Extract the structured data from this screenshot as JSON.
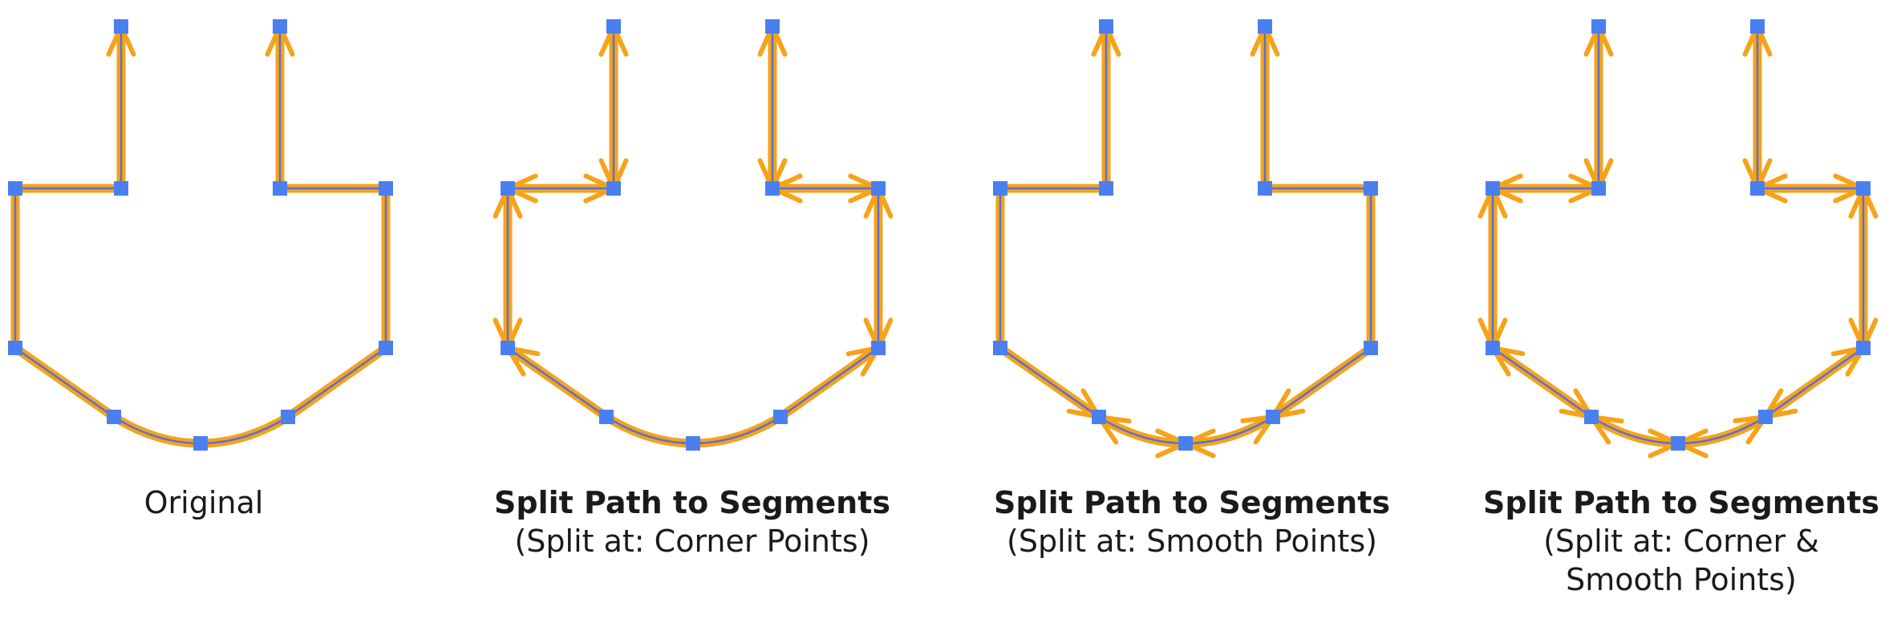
{
  "colors": {
    "path": "#f5a31a",
    "path_core": "#5b6fd6",
    "node": "#4a7ff0",
    "arrow": "#f5a31a",
    "text": "#1a1a1a",
    "background": "#ffffff"
  },
  "panels": [
    {
      "id": "original",
      "title": "Original",
      "title_bold": false,
      "subtitle": "",
      "split_corners": false,
      "split_smooth": false
    },
    {
      "id": "corner",
      "title": "Split Path to Segments",
      "title_bold": true,
      "subtitle": "(Split at: Corner Points)",
      "split_corners": true,
      "split_smooth": false
    },
    {
      "id": "smooth",
      "title": "Split Path to Segments",
      "title_bold": true,
      "subtitle": "(Split at: Smooth Points)",
      "split_corners": false,
      "split_smooth": true
    },
    {
      "id": "both",
      "title": "Split Path to Segments",
      "title_bold": true,
      "subtitle": "(Split at: Corner &\nSmooth Points)",
      "split_corners": true,
      "split_smooth": true
    }
  ]
}
